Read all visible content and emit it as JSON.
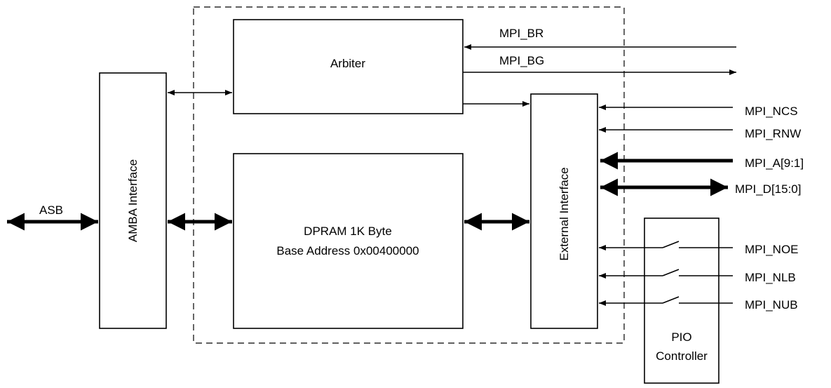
{
  "blocks": {
    "arbiter": "Arbiter",
    "amba_interface": "AMBA Interface",
    "dpram_line1": "DPRAM 1K Byte",
    "dpram_line2": "Base Address 0x00400000",
    "external_interface": "External Interface",
    "pio_line1": "PIO",
    "pio_line2": "Controller"
  },
  "signals": {
    "asb": "ASB",
    "mpi_br": "MPI_BR",
    "mpi_bg": "MPI_BG",
    "mpi_ncs": "MPI_NCS",
    "mpi_rnw": "MPI_RNW",
    "mpi_a": "MPI_A[9:1]",
    "mpi_d": "MPI_D[15:0]",
    "mpi_noe": "MPI_NOE",
    "mpi_nlb": "MPI_NLB",
    "mpi_nub": "MPI_NUB"
  },
  "colors": {
    "stroke": "#000000",
    "background": "#ffffff"
  }
}
